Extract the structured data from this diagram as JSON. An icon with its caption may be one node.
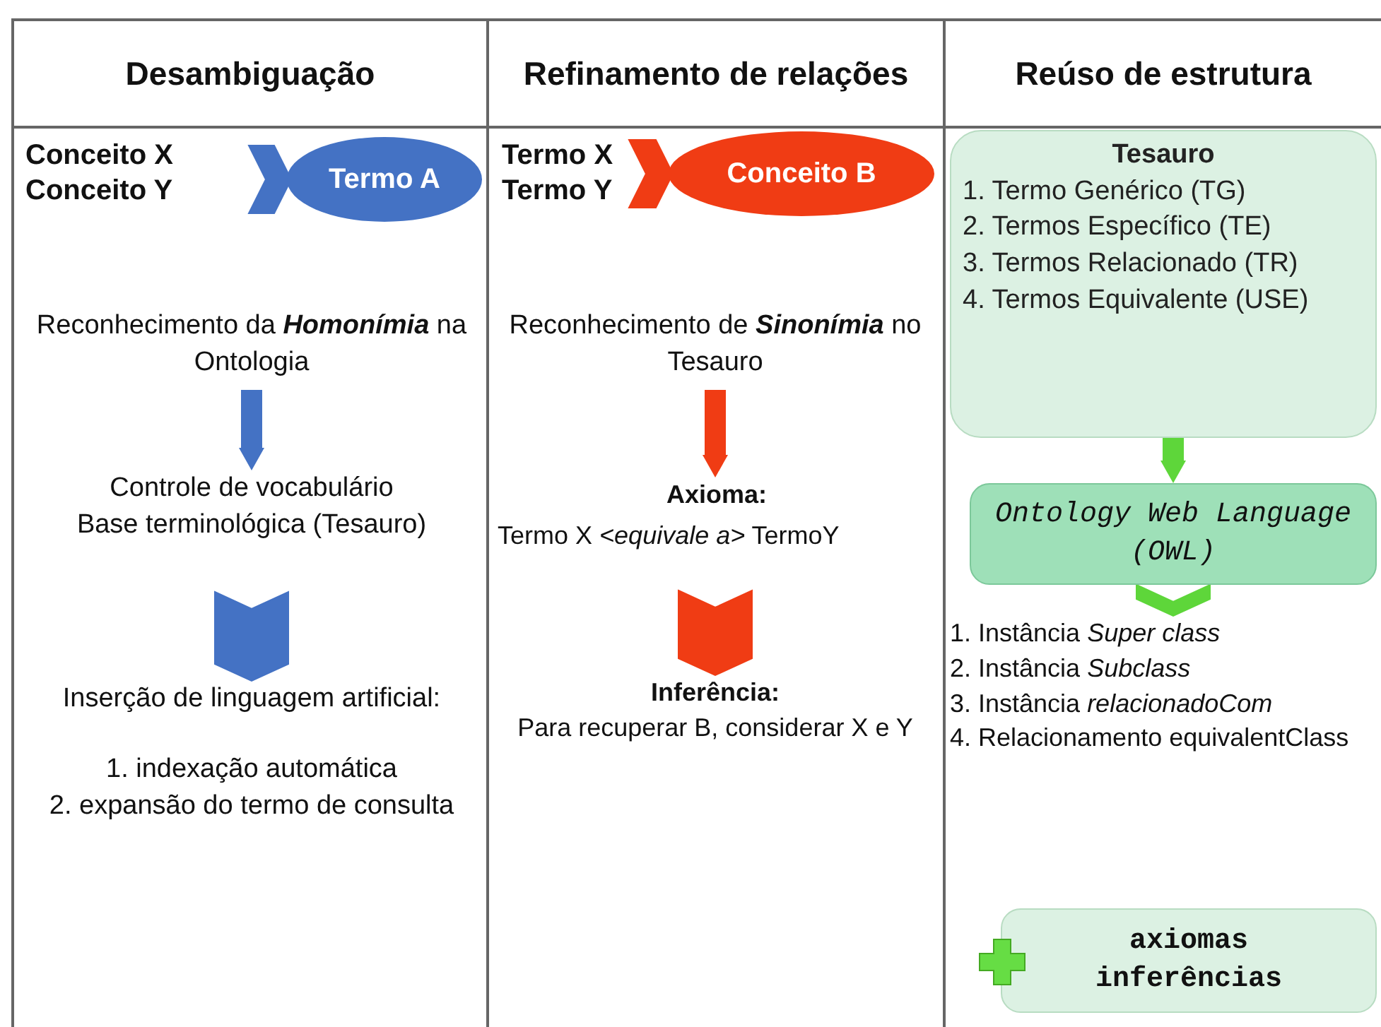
{
  "diagram": {
    "nodes": [
      {
        "text": [
          "Conceito X",
          "Conceito Y"
        ]
      },
      {
        "text": [
          "Termo A"
        ]
      },
      {
        "text": [
          "Reconhecimento da **Homonímia** na Ontologia"
        ]
      },
      {
        "text": [
          "Controle de vocabulário",
          "Base terminológica (Tesauro)"
        ]
      },
      {
        "text": [
          "Inserção de linguagem artificial:",
          "1. indexação automática",
          "2. expansão do termo de consulta"
        ]
      },
      {
        "text": [
          "Termo X",
          "Termo Y"
        ]
      },
      {
        "text": [
          "Conceito B"
        ]
      },
      {
        "text": [
          "Reconhecimento de **Sinonímia** no Tesauro"
        ]
      },
      {
        "text": [
          "Axioma:",
          "Termo X *<equivale a>* TermoY"
        ]
      },
      {
        "text": [
          "Inferência:",
          "Para recuperar B, considerar X e Y"
        ]
      },
      {
        "text": [
          "Tesauro",
          "1. Termo Genérico (TG)",
          "2. Termos Específico (TE)",
          "3. Termos Relacionado (TR)",
          "4. Termos Equivalente (USE)"
        ]
      },
      {
        "text": [
          "Ontology Web Language (OWL)"
        ]
      },
      {
        "text": [
          "1. Instância *Super class*",
          "2. Instância *Subclass*",
          "3. Instância *relacionadoCom*",
          "4. Relacionamento equivalentClass"
        ]
      },
      {
        "text": [
          "axiomas",
          "inferências"
        ]
      }
    ],
    "edges": [
      {
        "from": 0,
        "to": 1,
        "arrow": "to",
        "color": "#4472c4"
      },
      {
        "from": 2,
        "to": 3,
        "arrow": "to",
        "color": "#4472c4"
      },
      {
        "from": 3,
        "to": 4,
        "arrow": "to",
        "color": "#4472c4"
      },
      {
        "from": 5,
        "to": 6,
        "arrow": "to",
        "color": "#f03c14"
      },
      {
        "from": 7,
        "to": 8,
        "arrow": "to",
        "color": "#f03c14"
      },
      {
        "from": 8,
        "to": 9,
        "arrow": "to",
        "color": "#f03c14"
      },
      {
        "from": 10,
        "to": 11,
        "arrow": "to",
        "color": "#5ed63a"
      },
      {
        "from": 11,
        "to": 12,
        "arrow": "to",
        "color": "#5ed63a"
      }
    ],
    "labels": [
      "Desambiguação",
      "Refinamento de relações",
      "Reúso de estrutura"
    ]
  }
}
